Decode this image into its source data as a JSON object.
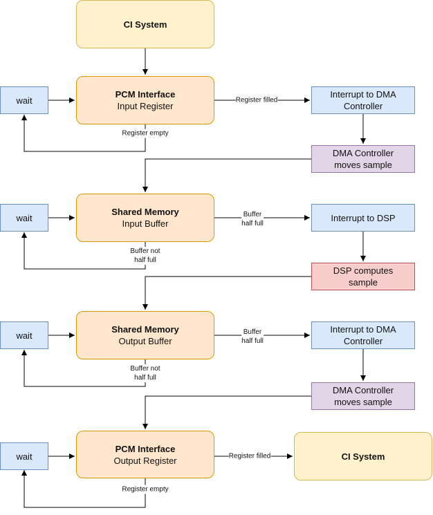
{
  "nodes": {
    "ci_top": {
      "title": "CI System"
    },
    "pcm_in": {
      "title": "PCM Interface",
      "subtitle": "Input Register"
    },
    "wait1": {
      "label": "wait"
    },
    "int_dma1": {
      "label": "Interrupt to DMA Controller"
    },
    "dma1": {
      "label": "DMA Controller moves sample"
    },
    "shm_in": {
      "title": "Shared Memory",
      "subtitle": "Input Buffer"
    },
    "wait2": {
      "label": "wait"
    },
    "int_dsp": {
      "label": "Interrupt to DSP"
    },
    "dsp": {
      "label": "DSP computes sample"
    },
    "shm_out": {
      "title": "Shared Memory",
      "subtitle": "Output Buffer"
    },
    "wait3": {
      "label": "wait"
    },
    "int_dma2": {
      "label": "Interrupt to DMA Controller"
    },
    "dma2": {
      "label": "DMA Controller moves sample"
    },
    "pcm_out": {
      "title": "PCM Interface",
      "subtitle": "Output Register"
    },
    "wait4": {
      "label": "wait"
    },
    "ci_bottom": {
      "title": "CI System"
    }
  },
  "edges": {
    "reg_filled_1": "Register filled",
    "reg_empty_1": "Register empty",
    "buf_half_1_a": "Buffer",
    "buf_half_1_b": "half full",
    "buf_not_1_a": "Buffer not",
    "buf_not_1_b": "half full",
    "buf_half_2_a": "Buffer",
    "buf_half_2_b": "half full",
    "buf_not_2_a": "Buffer not",
    "buf_not_2_b": "half full",
    "reg_filled_2": "Register filled",
    "reg_empty_2": "Register empty"
  },
  "colors": {
    "yellow_fill": "#fff2cc",
    "yellow_stroke": "#d6b656",
    "orange_fill": "#ffe6cc",
    "orange_stroke": "#d79b00",
    "blue_fill": "#dae8fc",
    "blue_stroke": "#6c8ebf",
    "purple_fill": "#e1d5e7",
    "purple_stroke": "#9673a6",
    "red_fill": "#f8cecc",
    "red_stroke": "#b85450"
  }
}
